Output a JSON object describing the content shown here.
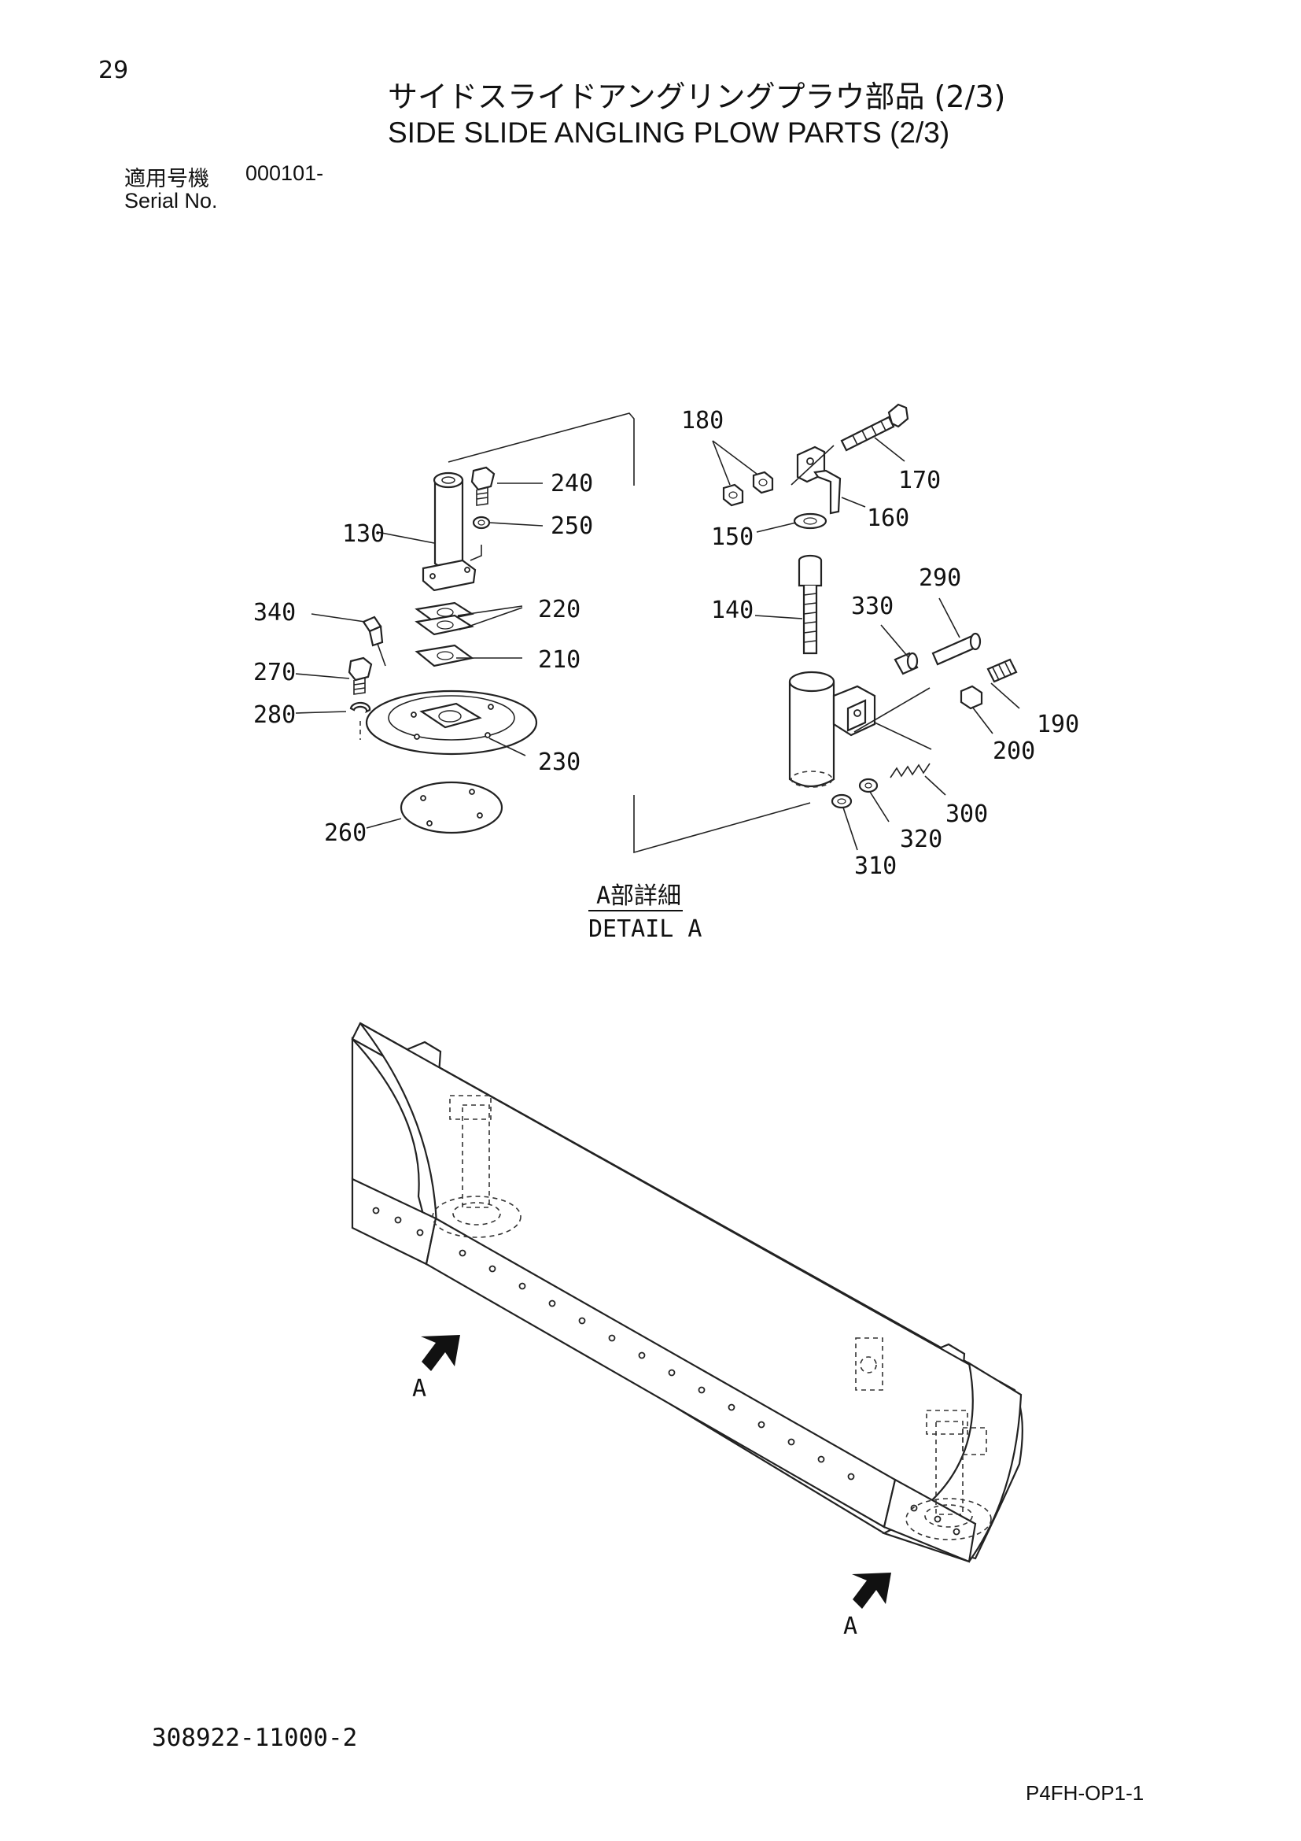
{
  "header": {
    "page_number": "29",
    "title_jp": "サイドスライドアングリングプラウ部品 (2/3)",
    "title_en": "SIDE SLIDE ANGLING PLOW PARTS (2/3)",
    "serial_label_jp": "適用号機",
    "serial_value": "000101-",
    "serial_label_en": "Serial No."
  },
  "detail": {
    "label_jp": "A部詳細",
    "label_en": "DETAIL A",
    "arrow_label": "A"
  },
  "parts": [
    "130",
    "140",
    "150",
    "160",
    "170",
    "180",
    "190",
    "200",
    "210",
    "220",
    "230",
    "240",
    "250",
    "260",
    "270",
    "280",
    "290",
    "300",
    "310",
    "320",
    "330",
    "340"
  ],
  "footer": {
    "drawing_number": "308922-11000-2",
    "page_code": "P4FH-OP1-1"
  }
}
